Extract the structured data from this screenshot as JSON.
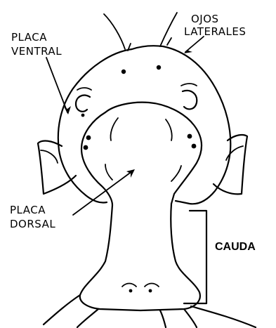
{
  "labels": {
    "ojos_line1": "OJOS",
    "ojos_line2": "LATERALES",
    "placa_ventral_line1": "PLACA",
    "placa_ventral_line2": "VENTRAL",
    "placa_dorsal_line1": "PLACA",
    "placa_dorsal_line2": "DORSAL",
    "cauda": "CAUDA"
  }
}
